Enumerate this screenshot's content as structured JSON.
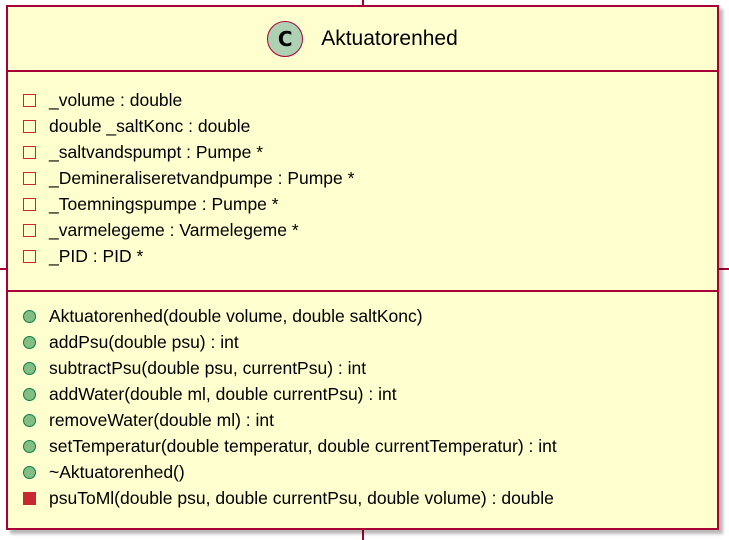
{
  "class": {
    "stereotype_letter": "C",
    "name": "Aktuatorenhed"
  },
  "attributes": [
    {
      "text": "_volume : double",
      "visibility": "private"
    },
    {
      "text": "double _saltKonc : double",
      "visibility": "private"
    },
    {
      "text": "_saltvandspumpt : Pumpe *",
      "visibility": "private"
    },
    {
      "text": "_Demineraliseretvandpumpe : Pumpe *",
      "visibility": "private"
    },
    {
      "text": "_Toemningspumpe : Pumpe *",
      "visibility": "private"
    },
    {
      "text": "_varmelegeme : Varmelegeme *",
      "visibility": "private"
    },
    {
      "text": "_PID : PID *",
      "visibility": "private"
    }
  ],
  "operations": [
    {
      "text": "Aktuatorenhed(double volume, double saltKonc)",
      "visibility": "public"
    },
    {
      "text": "addPsu(double psu) : int",
      "visibility": "public"
    },
    {
      "text": "subtractPsu(double psu, currentPsu) : int",
      "visibility": "public"
    },
    {
      "text": "addWater(double ml, double currentPsu) : int",
      "visibility": "public"
    },
    {
      "text": "removeWater(double ml) : int",
      "visibility": "public"
    },
    {
      "text": "setTemperatur(double temperatur, double currentTemperatur) : int",
      "visibility": "public"
    },
    {
      "text": "~Aktuatorenhed()",
      "visibility": "public"
    },
    {
      "text": "psuToMl(double psu, double currentPsu, double volume) : double",
      "visibility": "private-method"
    }
  ],
  "colors": {
    "border": "#a80036",
    "fill": "#fefece",
    "badge": "#add1b2",
    "public_marker": "#84be84",
    "private_marker": "#c82930"
  }
}
